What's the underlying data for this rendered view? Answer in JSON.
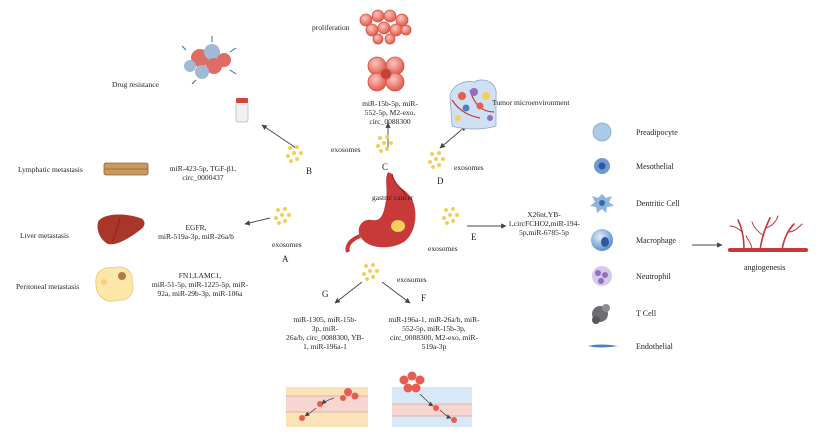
{
  "center": {
    "label": "gastric cancer"
  },
  "hub_label": "exosomes",
  "top_labels": {
    "proliferation": "proliferation",
    "drug_resistance": "Drug resistance",
    "tumor_microenvironment": "Tumor microenvironment"
  },
  "metastasis_labels": {
    "lymphatic": "Lymphatic metastasis",
    "liver": "Liver metastasis",
    "peritoneal": "Peritoneal metastasis"
  },
  "letters": {
    "A": "A",
    "B": "B",
    "C": "C",
    "D": "D",
    "E": "E",
    "F": "F",
    "G": "G"
  },
  "molecule_lists": {
    "C": [
      "miR-15b-5p,  miR-",
      "552-5p, M2-exo,",
      "circ_0088300"
    ],
    "B": [
      "miR-423-5p, TGF-β1,",
      "circ_0000437"
    ],
    "A_liver": [
      "EGFR,",
      "miR-519a-3p, miR-26a/b"
    ],
    "A_peritoneal": [
      "FN1,LAMC1,",
      "miR-51-5p, miR-1225-5p, miR-",
      "92a, miR-29b-3p, miR-106a"
    ],
    "E": [
      "X26nt,YB-",
      "1,circFCHO2,miR-194-",
      "5p,miR-6785-5p"
    ],
    "G": [
      "miR-1305,  miR-15b-",
      "3p,     miR-",
      "26a/b, circ_0088300, YB-",
      "1,  miR-196a-1"
    ],
    "F": [
      "miR-196a-1, miR-26a/b, miR-",
      "552-5p, miR-15b-3p,",
      "circ_0088300, M2-exo, miR-",
      "519a-3p"
    ]
  },
  "cells": [
    {
      "label": "Preadipocyte",
      "icon": "preadipocyte-icon",
      "color": "#a9cbe6"
    },
    {
      "label": "Mesothelial",
      "icon": "mesothelial-cell-icon",
      "color": "#6f9ad0"
    },
    {
      "label": "Dentritic Cell",
      "icon": "dendritic-cell-icon",
      "color": "#8fb4dd"
    },
    {
      "label": "Macrophage",
      "icon": "macrophage-icon",
      "color": "#4f7fc0"
    },
    {
      "label": "Neutrophil",
      "icon": "neutrophil-icon",
      "color": "#b8a6d6"
    },
    {
      "label": "T Cell",
      "icon": "t-cell-icon",
      "color": "#6d6d74"
    },
    {
      "label": "Endothelial",
      "icon": "endothelial-cell-icon",
      "color": "#4f7fc0"
    }
  ],
  "angiogenesis_label": "angiogenesis",
  "colors": {
    "exosome": "#f3cf5a",
    "tumor": "#e85d52",
    "tumor_light": "#f4a097",
    "liver": "#a8372a",
    "vessel": "#c8373a",
    "arrow": "#444444"
  }
}
